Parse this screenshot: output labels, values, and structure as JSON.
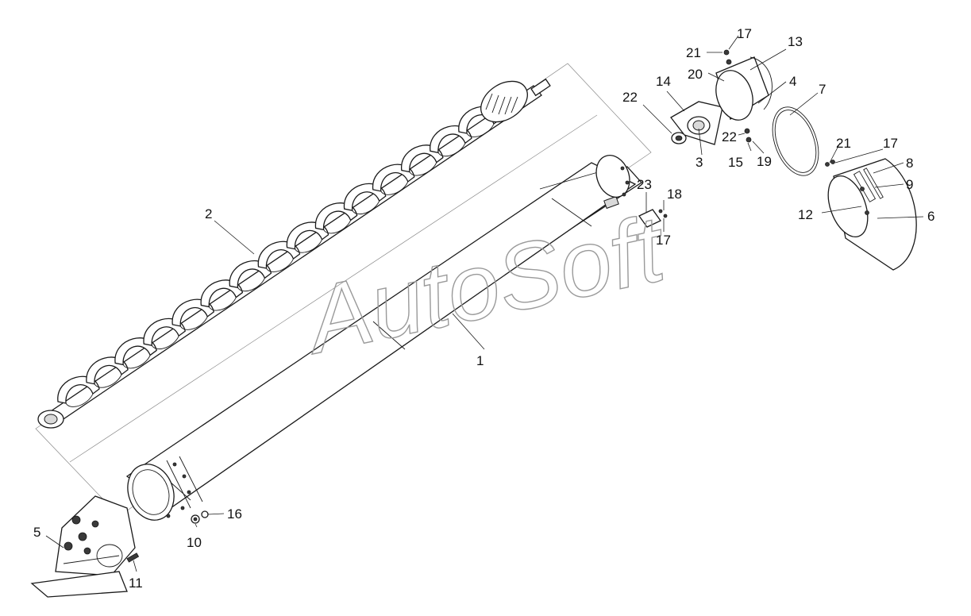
{
  "watermark": "AutoSoft",
  "callouts": [
    "1",
    "2",
    "3",
    "4",
    "5",
    "6",
    "7",
    "8",
    "9",
    "10",
    "11",
    "12",
    "13",
    "14",
    "15",
    "16",
    "17",
    "17",
    "17",
    "18",
    "19",
    "20",
    "21",
    "21",
    "22",
    "22",
    "23"
  ],
  "colors": {
    "line": "#1a1a1a",
    "frame": "#8a8a8a",
    "watermark": "#9a9a9a",
    "background": "#ffffff"
  }
}
